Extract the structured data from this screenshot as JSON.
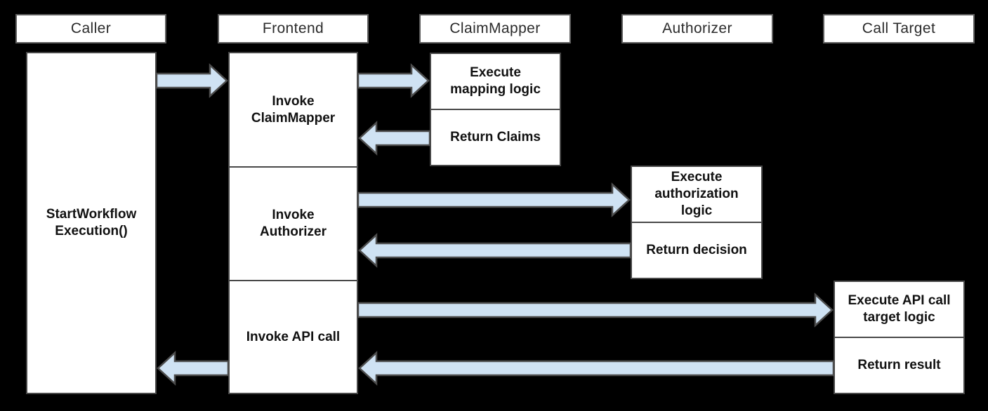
{
  "diagram": {
    "type": "sequence-diagram",
    "colors": {
      "background": "#000000",
      "box_fill": "#ffffff",
      "box_border": "#484848",
      "header_border": "#5f5f5f",
      "arrow_fill": "#cfe2f3",
      "arrow_outline": "#4d4d4d",
      "text": "#111111"
    },
    "lifelines": [
      {
        "name": "Caller",
        "activation_labels": [
          "StartWorkflow\nExecution()"
        ]
      },
      {
        "name": "Frontend",
        "activation_labels": [
          "Invoke\nClaimMapper",
          "Invoke\nAuthorizer",
          "Invoke API call"
        ]
      },
      {
        "name": "ClaimMapper",
        "activation_labels": [
          "Execute\nmapping logic",
          "Return Claims"
        ]
      },
      {
        "name": "Authorizer",
        "activation_labels": [
          "Execute\nauthorization\nlogic",
          "Return decision"
        ]
      },
      {
        "name": "Call Target",
        "activation_labels": [
          "Execute API call\ntarget logic",
          "Return result"
        ]
      }
    ],
    "connections": [
      {
        "from": "Caller",
        "to": "Frontend",
        "direction": "right"
      },
      {
        "from": "Frontend",
        "to": "ClaimMapper",
        "direction": "right"
      },
      {
        "from": "ClaimMapper",
        "to": "Frontend",
        "direction": "left"
      },
      {
        "from": "Frontend",
        "to": "Authorizer",
        "direction": "right"
      },
      {
        "from": "Authorizer",
        "to": "Frontend",
        "direction": "left"
      },
      {
        "from": "Frontend",
        "to": "Call Target",
        "direction": "right"
      },
      {
        "from": "Call Target",
        "to": "Frontend",
        "direction": "left"
      },
      {
        "from": "Frontend",
        "to": "Caller",
        "direction": "left"
      }
    ]
  }
}
